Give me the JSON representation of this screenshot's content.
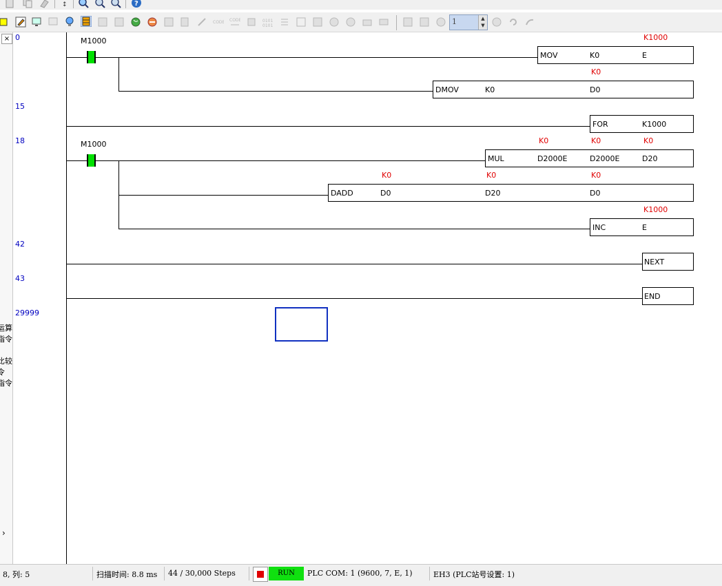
{
  "toolbar": {
    "step_value": "1"
  },
  "left_panel": {
    "close_label": "×",
    "texts": [
      "运算",
      "指令",
      "比较",
      "令",
      "指令"
    ],
    "arrow": "›"
  },
  "ladder": {
    "line_numbers": [
      "0",
      "15",
      "18",
      "42",
      "43",
      "29999"
    ],
    "rungs": [
      {
        "contact": "M1000",
        "instructions": [
          {
            "op": "MOV",
            "args": [
              "K0",
              "E"
            ],
            "monitor": [
              "",
              "K1000"
            ]
          },
          {
            "op": "DMOV",
            "args": [
              "K0",
              "D0"
            ],
            "monitor": [
              "",
              "K0"
            ]
          }
        ]
      },
      {
        "instructions": [
          {
            "op": "FOR",
            "args": [
              "K1000"
            ]
          }
        ]
      },
      {
        "contact": "M1000",
        "instructions": [
          {
            "op": "MUL",
            "args": [
              "D2000E",
              "D2000E",
              "D20"
            ],
            "monitor": [
              "K0",
              "K0",
              "K0"
            ]
          },
          {
            "op": "DADD",
            "args": [
              "D0",
              "D20",
              "D0"
            ],
            "monitor": [
              "K0",
              "K0",
              "K0"
            ]
          },
          {
            "op": "INC",
            "args": [
              "E"
            ],
            "monitor": [
              "K1000"
            ]
          }
        ]
      },
      {
        "instructions": [
          {
            "op": "NEXT",
            "args": []
          }
        ]
      },
      {
        "instructions": [
          {
            "op": "END",
            "args": []
          }
        ]
      }
    ]
  },
  "status": {
    "position": "8, 列: 5",
    "scan_time": "扫描时间: 8.8 ms",
    "steps": "44 / 30,000 Steps",
    "run_label": "RUN",
    "comm": "PLC COM: 1 (9600, 7, E, 1)",
    "station": "EH3 (PLC站号设置: 1)"
  },
  "colors": {
    "contact_on": "#00e000",
    "monitor_value": "#e00000",
    "line_number": "#0000c0",
    "run_indicator": "#10e010"
  }
}
